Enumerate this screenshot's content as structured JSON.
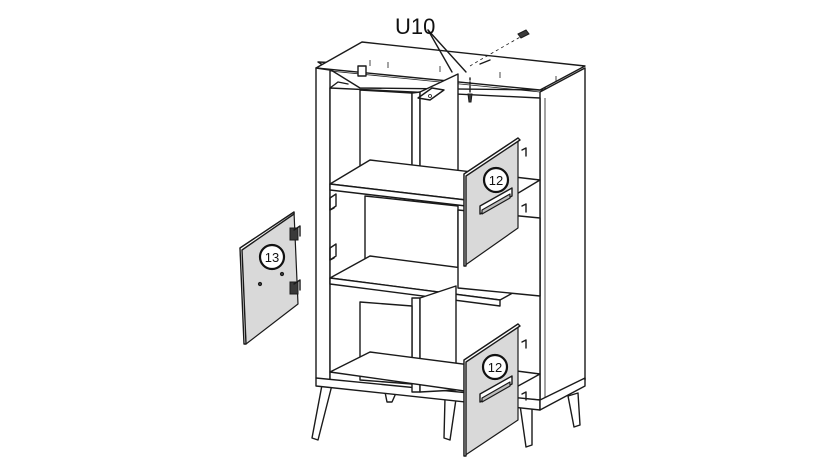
{
  "diagram": {
    "callout_top": "U10",
    "callout_door_left": "13",
    "callout_door_upper": "12",
    "callout_door_lower": "12"
  }
}
